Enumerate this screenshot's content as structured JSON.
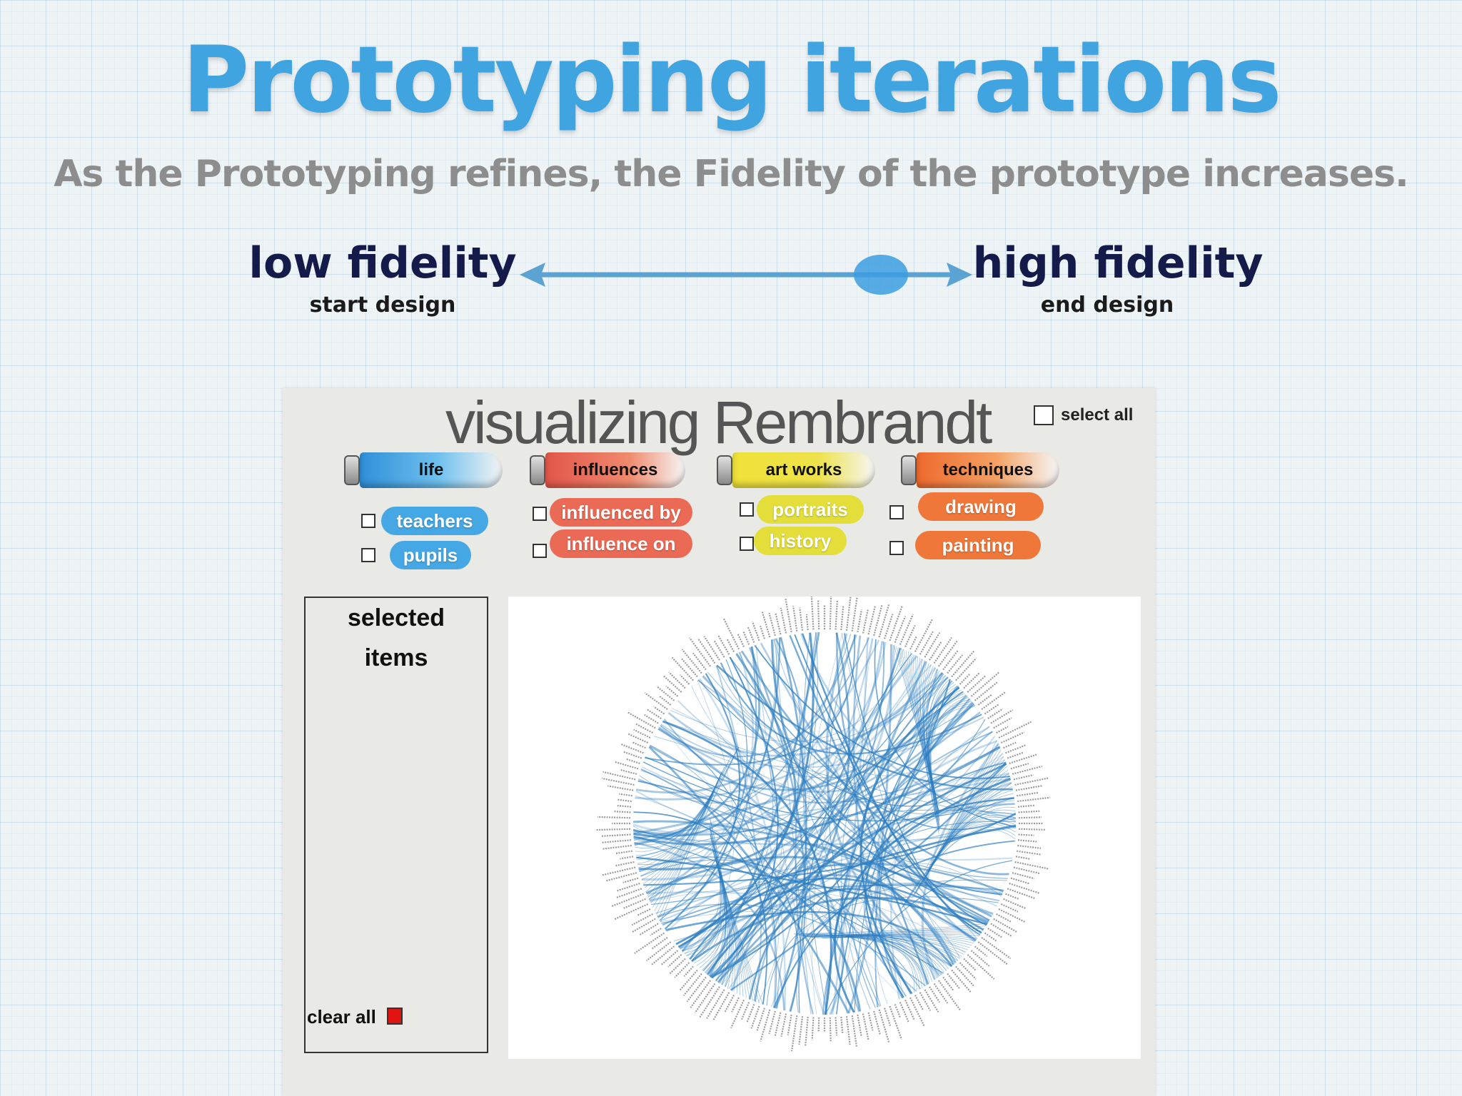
{
  "slide": {
    "title": "Prototyping iterations",
    "subtitle": "As the Prototyping refines, the Fidelity of the prototype increases.",
    "low": {
      "label": "low fidelity",
      "sub": "start design"
    },
    "high": {
      "label": "high fidelity",
      "sub": "end design"
    },
    "fidelity_marker_position": 0.82
  },
  "prototype": {
    "title": "visualizing Rembrandt",
    "select_all": "select all",
    "categories": [
      {
        "label": "life",
        "color": "#3a9ee0",
        "options": [
          "teachers",
          "pupils"
        ]
      },
      {
        "label": "influences",
        "color": "#ea6a52",
        "options": [
          "influenced by",
          "influence on"
        ]
      },
      {
        "label": "art works",
        "color": "#e9e02a",
        "options": [
          "portraits",
          "history"
        ]
      },
      {
        "label": "techniques",
        "color": "#f07a3c",
        "options": [
          "drawing",
          "painting"
        ]
      }
    ],
    "selected_items_title": "selected items",
    "clear_all": "clear all"
  },
  "colors": {
    "title": "#3fa4e0",
    "subtitle": "#8d8d8d",
    "fidelity_text": "#141a4a",
    "arrow": "#5aa3d3",
    "marker": "#3c9ee0",
    "edge_bundle": "#2f7fc0",
    "clear_button": "#e11212"
  }
}
